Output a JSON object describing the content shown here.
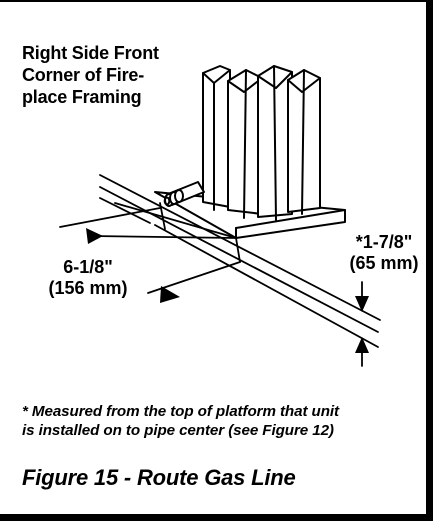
{
  "title_lines": [
    "Right Side Front",
    "Corner of Fire-",
    "place Framing"
  ],
  "dim_left": [
    "6-1/8\"",
    "(156 mm)"
  ],
  "dim_right": [
    "*1-7/8\"",
    "(65 mm)"
  ],
  "note_lines": [
    "* Measured from the top of platform that unit",
    "is installed on to pipe center (see Figure 12)"
  ],
  "caption": "Figure 15 - Route Gas Line"
}
